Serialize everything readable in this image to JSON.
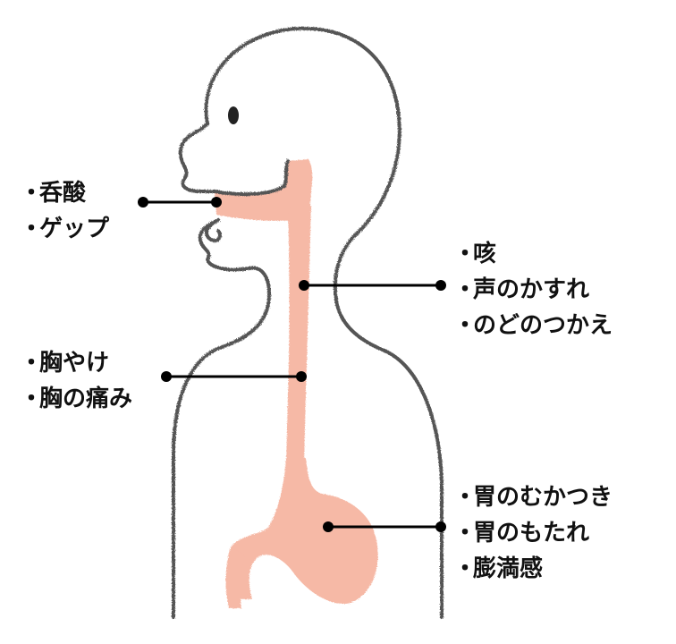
{
  "symptom_groups": {
    "mouth": [
      "呑酸",
      "ゲップ"
    ],
    "throat": [
      "咳",
      "声のかすれ",
      "のどのつかえ"
    ],
    "chest": [
      "胸やけ",
      "胸の痛み"
    ],
    "stomach": [
      "胃のむかつき",
      "胃のもたれ",
      "膨満感"
    ]
  },
  "colors": {
    "outline": "#555555",
    "digestive_tract": "#f6b9a6",
    "leader_line": "#000000",
    "text": "#111111"
  }
}
